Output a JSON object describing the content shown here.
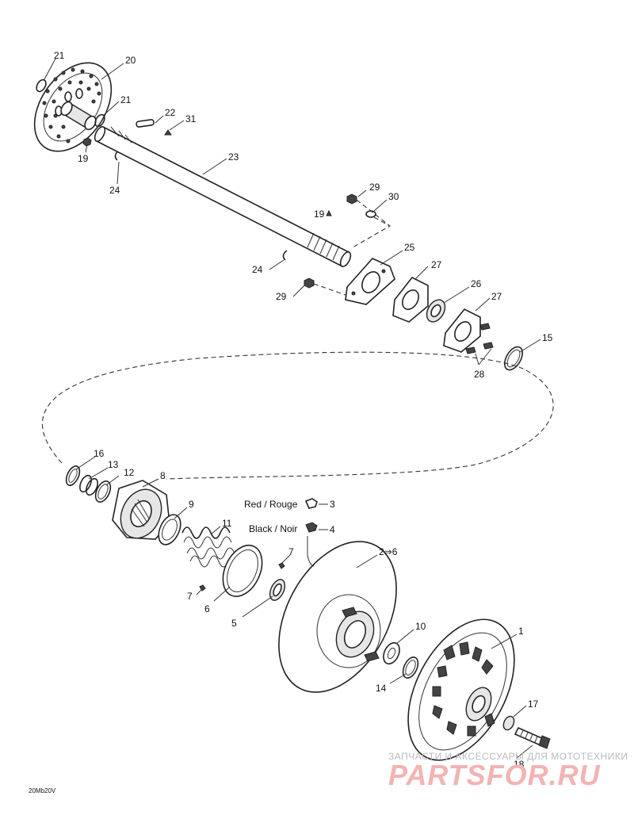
{
  "callouts": [
    {
      "id": "c21a",
      "text": "21"
    },
    {
      "id": "c20",
      "text": "20"
    },
    {
      "id": "c21b",
      "text": "21"
    },
    {
      "id": "c22",
      "text": "22"
    },
    {
      "id": "c31",
      "text": "31"
    },
    {
      "id": "c19a",
      "text": "19"
    },
    {
      "id": "c23",
      "text": "23"
    },
    {
      "id": "c24a",
      "text": "24"
    },
    {
      "id": "c29a",
      "text": "29"
    },
    {
      "id": "c30",
      "text": "30"
    },
    {
      "id": "c19b",
      "text": "19"
    },
    {
      "id": "c25",
      "text": "25"
    },
    {
      "id": "c24b",
      "text": "24"
    },
    {
      "id": "c27a",
      "text": "27"
    },
    {
      "id": "c26",
      "text": "26"
    },
    {
      "id": "c29b",
      "text": "29"
    },
    {
      "id": "c27b",
      "text": "27"
    },
    {
      "id": "c15",
      "text": "15"
    },
    {
      "id": "c28",
      "text": "28"
    },
    {
      "id": "c16",
      "text": "16"
    },
    {
      "id": "c13",
      "text": "13"
    },
    {
      "id": "c12",
      "text": "12"
    },
    {
      "id": "c8",
      "text": "8"
    },
    {
      "id": "c9",
      "text": "9"
    },
    {
      "id": "c11",
      "text": "11"
    },
    {
      "id": "c3",
      "text": "3"
    },
    {
      "id": "c4",
      "text": "4"
    },
    {
      "id": "c7a",
      "text": "7"
    },
    {
      "id": "c2to6",
      "text": "2⇒6"
    },
    {
      "id": "c7b",
      "text": "7"
    },
    {
      "id": "c6",
      "text": "6"
    },
    {
      "id": "c5",
      "text": "5"
    },
    {
      "id": "c10",
      "text": "10"
    },
    {
      "id": "c1",
      "text": "1"
    },
    {
      "id": "c14",
      "text": "14"
    },
    {
      "id": "c17",
      "text": "17"
    },
    {
      "id": "c18",
      "text": "18"
    }
  ],
  "color_labels": {
    "red": "Red / Rouge",
    "black": "Black / Noir"
  },
  "drawing_code": "20Mb20V",
  "watermark": {
    "line1": "ЗАПЧАСТИ И АКСЕССУАРЫ ДЛЯ МОТОТЕХНИКИ",
    "line2": "PARTSFOR.RU"
  }
}
